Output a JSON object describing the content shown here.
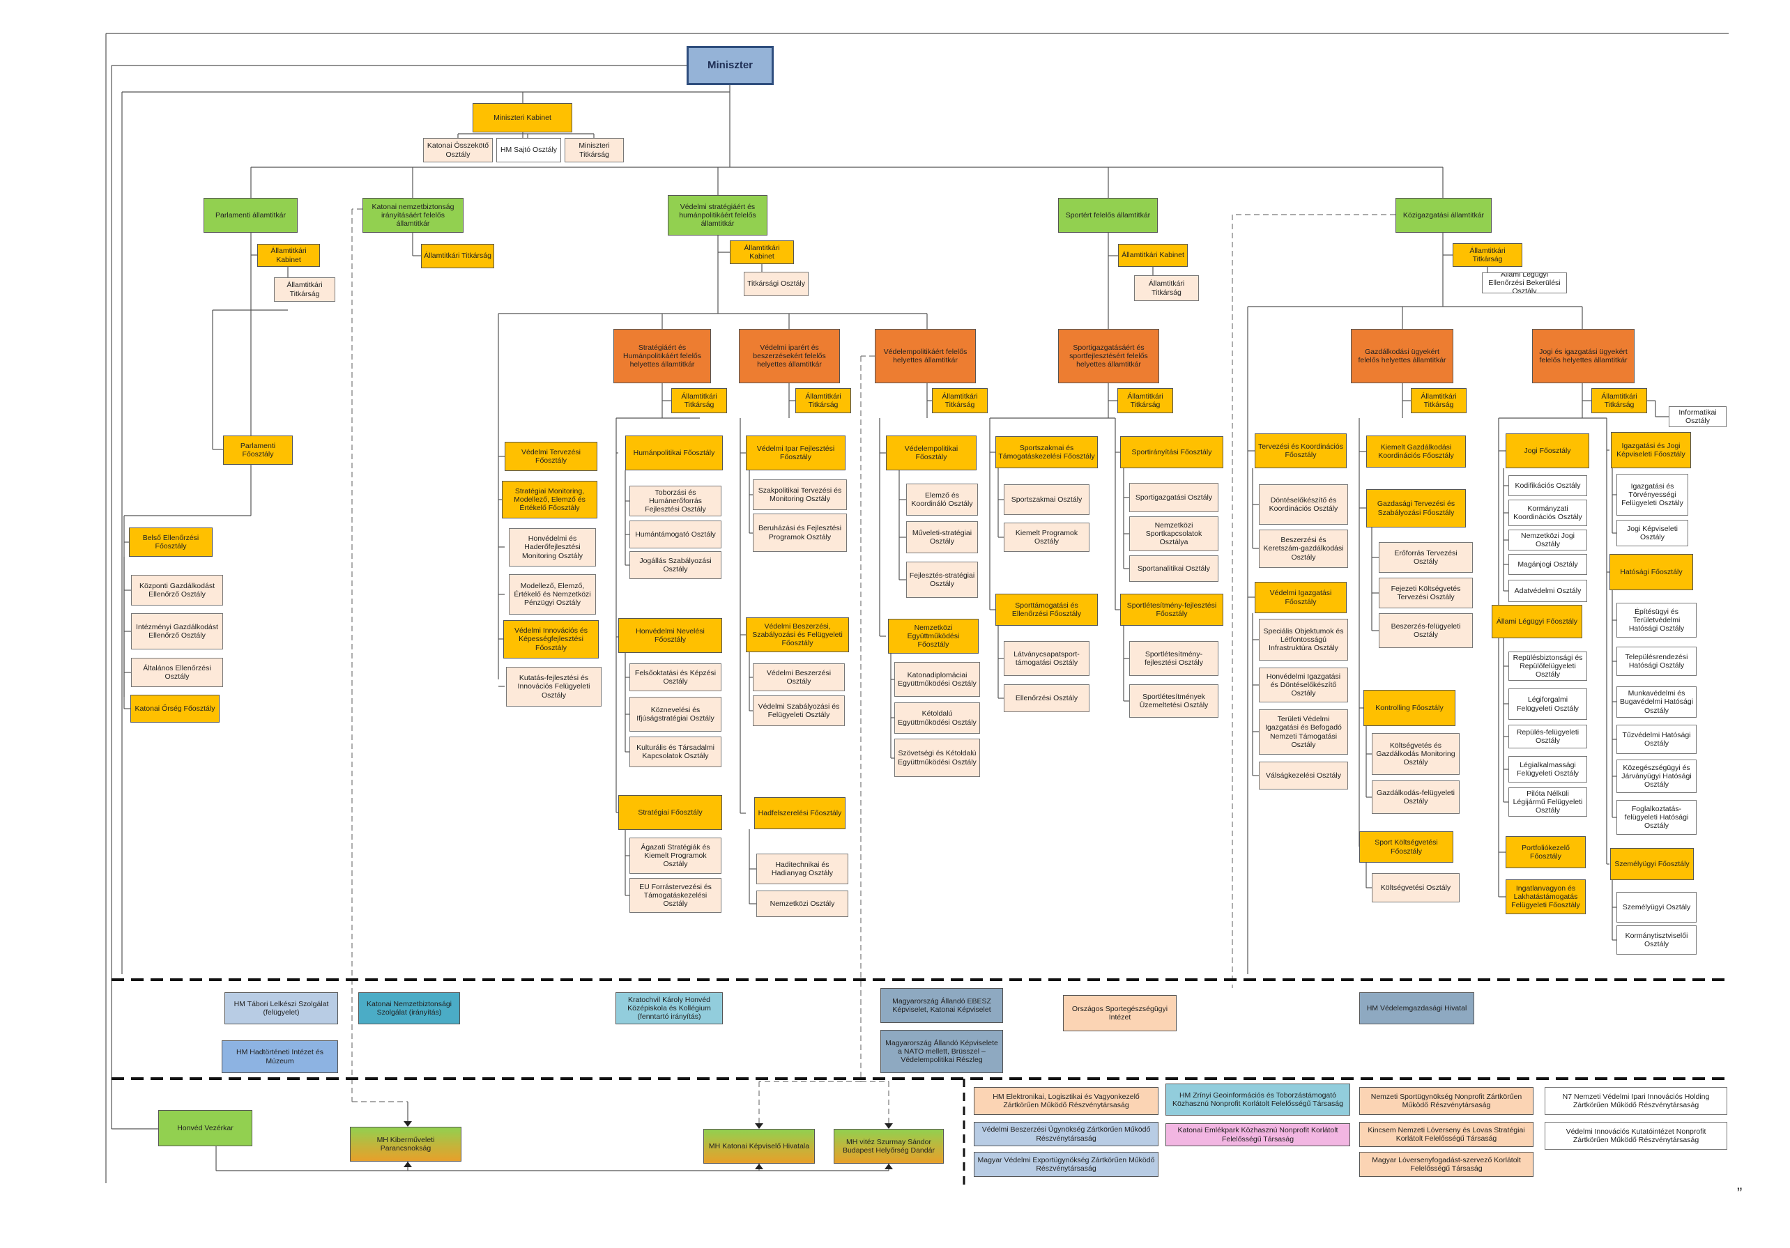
{
  "title": "Miniszter",
  "boxes": {
    "miniszter": "Miniszter",
    "miniszteri_kabinet": "Miniszteri Kabinet",
    "katonai_osszekoto": "Katonai Összekötő Osztály",
    "hm_sajto": "HM Sajtó Osztály",
    "miniszteri_titkarsag": "Miniszteri Titkárság",
    "parl_allamtitkar": "Parlamenti államtitkár",
    "parl_kabinet": "Államtitkári Kabinet",
    "parl_titkarsag": "Államtitkári Titkárság",
    "parl_foosztaly": "Parlamenti Főosztály",
    "belso_ellenorzesi": "Belső Ellenőrzési Főosztály",
    "kozponti_gazd": "Központi Gazdálkodást Ellenőrző Osztály",
    "intezmenyi_gazd": "Intézményi Gazdálkodást Ellenőrző Osztály",
    "altalanos_ell": "Általános Ellenőrzési Osztály",
    "katonai_orseg": "Katonai Őrség Főosztály",
    "katnemzbizt_allamtitkar": "Katonai nemzetbiztonság irányításáért felelős államtitkár",
    "katnemzbizt_titkarsag": "Államtitkári Titkárság",
    "vedstrat_allamtitkar": "Védelmi stratégiáért és humánpolitikáért felelős államtitkár",
    "vedstrat_kabinet": "Államtitkári Kabinet",
    "vedstrat_titkarsag": "Titkársági Osztály",
    "strat_hum_hely": "Stratégiáért és Humánpolitikáért felelős helyettes államtitkár",
    "strat_hum_titk": "Államtitkári Titkárság",
    "vedelmi_tervezesi": "Védelmi Tervezési Főosztály",
    "strat_monitoring": "Stratégiai Monitoring, Modellező, Elemző és Értékelő Főosztály",
    "honvedelmi_haderofejl": "Honvédelmi és Haderőfejlesztési Monitoring Osztály",
    "modellezo_elemzo": "Modellező, Elemző, Értékelő és Nemzetközi Pénzügyi Osztály",
    "vedelmi_innovacios": "Védelmi Innovációs és Képességfejlesztési Főosztály",
    "kutatas_fejlesztes": "Kutatás-fejlesztési és Innovációs Felügyeleti Osztály",
    "humanpolitikai_fo": "Humánpolitikai Főosztály",
    "toborzas": "Toborzási és Humánerőforrás Fejlesztési Osztály",
    "humantamogato": "Humántámogató Osztály",
    "jogallas": "Jogállás Szabályozási Osztály",
    "honvedelmi_nevelesi": "Honvédelmi Nevelési Főosztály",
    "felsooktatasi": "Felsőoktatási és Képzési Osztály",
    "kozneveles": "Köznevelési és Ifjúságstratégiai Osztály",
    "kulturalis": "Kulturális és Társadalmi Kapcsolatok Osztály",
    "strategiai_fo": "Stratégiai Főosztály",
    "agazati_strat": "Ágazati Stratégiák és Kiemelt Programok Osztály",
    "eu_forras": "EU Forrástervezési és Támogatáskezelési Osztály",
    "vedipar_hely": "Védelmi iparért és beszerzésekért felelős helyettes államtitkár",
    "vedipar_titk": "Államtitkári Titkárság",
    "vedipar_fejl": "Védelmi Ipar Fejlesztési Főosztály",
    "szakpolitikai_terv": "Szakpolitikai Tervezési és Monitoring Osztály",
    "beruhazasi": "Beruházási és Fejlesztési Programok Osztály",
    "ved_beszerzesi_fo": "Védelmi Beszerzési, Szabályozási és Felügyeleti Főosztály",
    "ved_beszerzesi_o": "Védelmi Beszerzési Osztály",
    "ved_szabalyozasi": "Védelmi Szabályozási és Felügyeleti Osztály",
    "hadfelszerelesi_fo": "Hadfelszerelési Főosztály",
    "haditechnikai": "Haditechnikai és Hadianyag Osztály",
    "nemzetkozi_o": "Nemzetközi Osztály",
    "vedpol_hely": "Védelempolitikáért felelős helyettes államtitkár",
    "vedpol_titk": "Államtitkári Titkárság",
    "vedelempolitikai_fo": "Védelempolitikai Főosztály",
    "elemzo_koord": "Elemző és Koordináló Osztály",
    "muveleti_strat": "Műveleti-stratégiai Osztály",
    "fejlesztes_strat": "Fejlesztés-stratégiai Osztály",
    "nemzetkozi_egyutt": "Nemzetközi Együttműködési Főosztály",
    "katonadiplomaciai": "Katonadiplomáciai Együttműködési Osztály",
    "ketoldalu": "Kétoldalú Együttműködési Osztály",
    "szovetsegi": "Szövetségi és Kétoldalú Együttműködési Osztály",
    "sport_allamtitkar": "Sportért felelős államtitkár",
    "sport_kabinet": "Államtitkári Kabinet",
    "sport_titkarsag": "Államtitkári Titkárság",
    "sportigazg_hely": "Sportigazgatásáért és sportfejlesztésért felelős helyettes államtitkár",
    "sportigazg_titk": "Államtitkári Titkárság",
    "sportszakmai_fo": "Sportszakmai és Támogatáskezelési Főosztály",
    "sportszakmai_o": "Sportszakmai Osztály",
    "kiemelt_programok": "Kiemelt Programok Osztály",
    "sportiranyitasi_fo": "Sportirányítási Főosztály",
    "sportigazgatasi_o": "Sportigazgatási Osztály",
    "nemzetkozi_sport": "Nemzetközi Sportkapcsolatok Osztálya",
    "sportanalitikai": "Sportanalitikai Osztály",
    "sporttamogatasi_fo": "Sporttámogatási és Ellenőrzési Főosztály",
    "latvanycsapat": "Látványcsapatsport-támogatási Osztály",
    "ellenorzesi_o": "Ellenőrzési Osztály",
    "sportletesitmeny_fo": "Sportlétesítmény-fejlesztési Főosztály",
    "sportletesitmeny_o": "Sportlétesítmény-fejlesztési Osztály",
    "sportletesitmenyek_uz": "Sportlétesítmények Üzemeltetési Osztály",
    "kozig_allamtitkar": "Közigazgatási államtitkár",
    "kozig_titkarsag": "Államtitkári Titkárság",
    "allami_legugy": "Állami Légügyi Ellenőrzési Bekerülési Osztály",
    "gazd_hely": "Gazdálkodási ügyekért felelős helyettes államtitkár",
    "gazd_titk": "Államtitkári Titkárság",
    "tervezesi_koord": "Tervezési és Koordinációs Főosztály",
    "donteselokeszito": "Döntéselőkészítő és Koordinációs Osztály",
    "bizserzes_keret": "Beszerzési és Keretszám-gazdálkodási Osztály",
    "vedelmi_igazgatasi": "Védelmi Igazgatási Főosztály",
    "specialis_objektum": "Speciális Objektumok és Létfontosságú Infrastruktúra Osztály",
    "honvedelmi_igazg": "Honvédelmi Igazgatási és Döntéselőkészítő Osztály",
    "teruleti_vedelmi": "Területi Védelmi Igazgatási és Befogadó Nemzeti Támogatási Osztály",
    "valsagkezelesi": "Válságkezelési Osztály",
    "kiemelt_gazd": "Kiemelt Gazdálkodási Koordinációs Főosztály",
    "gazd_tervezesi": "Gazdasági Tervezési és Szabályozási Főosztály",
    "eroforras_terv": "Erőforrás Tervezési Osztály",
    "fejezeti_koltseg": "Fejezeti Költségvetés Tervezési Osztály",
    "beszerzes_felugy": "Beszerzés-felügyeleti Osztály",
    "kontrolling_fo": "Kontrolling Főosztály",
    "koltsegvetes_gazd": "Költségvetés és Gazdálkodás Monitoring Osztály",
    "gazdalkodas_felugy": "Gazdálkodás-felügyeleti Osztály",
    "sport_koltsegvetesi": "Sport Költségvetési Főosztály",
    "koltsegvetesi_o": "Költségvetési Osztály",
    "jogi_hely": "Jogi és igazgatási ügyekért felelős helyettes államtitkár",
    "jogi_titk": "Államtitkári Titkárság",
    "informatikai": "Informatikai Osztály",
    "jogi_fo": "Jogi Főosztály",
    "kodifikacios": "Kodifikációs Osztály",
    "kormanyzati_koord": "Kormányzati Koordinációs Osztály",
    "nemzetkozi_jogi": "Nemzetközi Jogi Osztály",
    "maganjogi": "Magánjogi Osztály",
    "adatvedelmi": "Adatvédelmi Osztály",
    "igazgatasi_jogi": "Igazgatási és Jogi Képviseleti Főosztály",
    "igazgatasi_torveny": "Igazgatási és Törvényességi Felügyeleti Osztály",
    "jogi_kepviseleti": "Jogi Képviseleti Osztály",
    "allami_legugyi_fo": "Állami Légügyi Főosztály",
    "repulesbiztonsagi": "Repülésbiztonsági és Repülőfelügyeleti Osztály",
    "legiforgalmi": "Légiforgalmi Felügyeleti Osztály",
    "repules_felugy": "Repülés-felügyeleti Osztály",
    "legialkalmassagi": "Légialkalmassági Felügyeleti Osztály",
    "pilota_nelkuli": "Pilóta Nélküli Légijármű Felügyeleti Osztály",
    "hatosagi_fo": "Hatósági Főosztály",
    "epitesugyi": "Építésügyi és Területvédelmi Hatósági Osztály",
    "telepulesrendezesi": "Településrendezési Hatósági Osztály",
    "munkavedelmi": "Munkavédelmi és Bugavédelmi Hatósági Osztály",
    "tuzvedelmi": "Tűzvédelmi Hatósági Osztály",
    "kozegeszsegugyi": "Közegészségügyi és Járványügyi Hatósági Osztály",
    "foglalkoztatas": "Foglalkoztatás-felügyeleti Hatósági Osztály",
    "portfoliokezelo": "Portfoliókezelő Főosztály",
    "ingatlanvagyon": "Ingatlanvagyon és Lakhatástámogatás Felügyeleti Főosztály",
    "szemelyugyi_fo": "Személyügyi Főosztály",
    "szemelyugyi_o": "Személyügyi Osztály",
    "kormanytisztviseloi": "Kormánytisztviselői Osztály",
    "hm_tabori": "HM Tábori Lelkészi Szolgálat (felügyelet)",
    "hm_hadtorteneti": "HM Hadtörténeti Intézet és Múzeum",
    "katonai_nemzetbizt_szolg": "Katonai Nemzetbiztonsági Szolgálat (irányítás)",
    "kratochvil": "Kratochvil Károly Honvéd Középiskola és Kollégium (fenntartó irányítás)",
    "ebesz": "Magyarország Állandó EBESZ Képviselet, Katonai Képviselet",
    "nato_kepviselet": "Magyarország Állandó Képviselete a NATO mellett, Brüsszel – Védelempolitikai Részleg",
    "sportegeszsegugyi": "Országos Sportegészségügyi Intézet",
    "hm_vedelemgazdasagi": "HM Védelemgazdasági Hivatal",
    "honved_vezerkar": "Honvéd Vezérkar",
    "mh_kiberm": "MH Kiberműveleti Parancsnokság",
    "mh_katonai_kepviselo": "MH Katonai Képviselő Hivatala",
    "mh_szurmay": "MH vitéz Szurmay Sándor Budapest Helyőrség Dandár",
    "hm_elektronikai": "HM Elektronikai, Logisztikai és Vagyonkezelő Zártkörűen Működő Részvénytársaság",
    "vedelmi_beszerzesi_ugyn": "Védelmi Beszerzési Ügynökség Zártkörűen Működő Részvénytársaság",
    "magyar_vedelmi_export": "Magyar Védelmi Exportügynökség Zártkörűen Működő Részvénytársaság",
    "hm_zrinyi": "HM Zrínyi Geoinformációs és Toborzástámogató Közhasznú Nonprofit Korlátolt Felelősségű Társaság",
    "katonai_emlekpark": "Katonai Emlékpark Közhasznú Nonprofit Korlátolt Felelősségű Társaság",
    "nemzeti_sportugynokseg": "Nemzeti Sportügynökség Nonprofit Zártkörűen Működő Részvénytársaság",
    "kincsem": "Kincsem Nemzeti Lóverseny és Lovas Stratégiai Korlátolt Felelősségű Társaság",
    "magyar_loverseny": "Magyar Lóversenyfogadást-szervező Korlátolt Felelősségű Társaság",
    "n7_holding": "N7 Nemzeti Védelmi Ipari Innovációs Holding Zártkörűen Működő Részvénytársaság",
    "vedelmi_innovacios_kutatointezet": "Védelmi Innovációs Kutatóintézet Nonprofit Zártkörűen Működő Részvénytársaság"
  },
  "page_mark": "”",
  "colors": {
    "minister": "#95b3d7",
    "state_secretary": "#92d050",
    "deputy": "#ed7d31",
    "department": "#ffc000",
    "unit": "#fde9d9"
  }
}
